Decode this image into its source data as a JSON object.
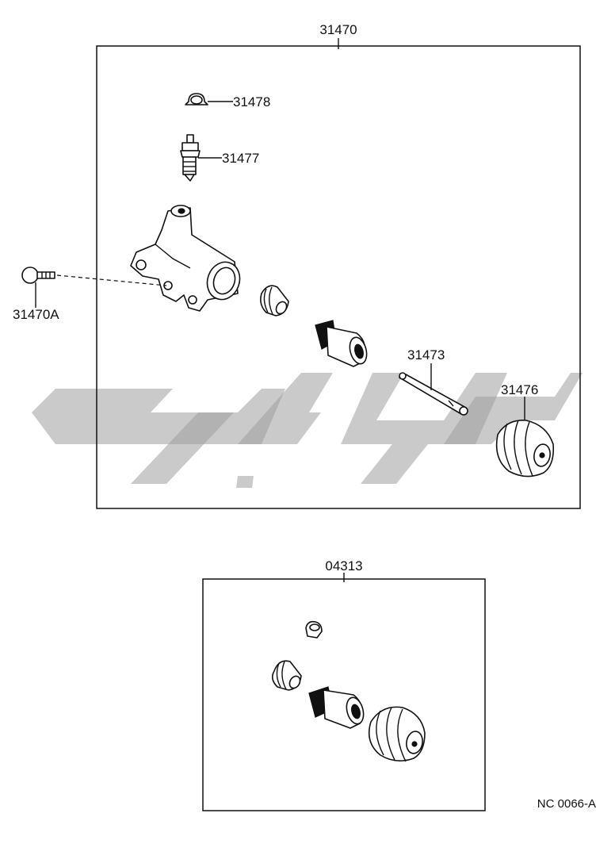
{
  "diagram": {
    "main_assembly": {
      "label": "31470",
      "parts": [
        {
          "id": "p31478",
          "label": "31478",
          "icon": "bleeder-cap-icon"
        },
        {
          "id": "p31477",
          "label": "31477",
          "icon": "bleeder-plug-icon"
        },
        {
          "id": "p31470a",
          "label": "31470A",
          "icon": "bolt-icon"
        },
        {
          "id": "p31473",
          "label": "31473",
          "icon": "push-rod-icon"
        },
        {
          "id": "p31476",
          "label": "31476",
          "icon": "boot-icon"
        }
      ]
    },
    "kit": {
      "label": "04313"
    },
    "figure_code": "NC 0066-A",
    "colors": {
      "line": "#111111",
      "watermark": "#9e9e9e",
      "background": "#ffffff"
    }
  }
}
